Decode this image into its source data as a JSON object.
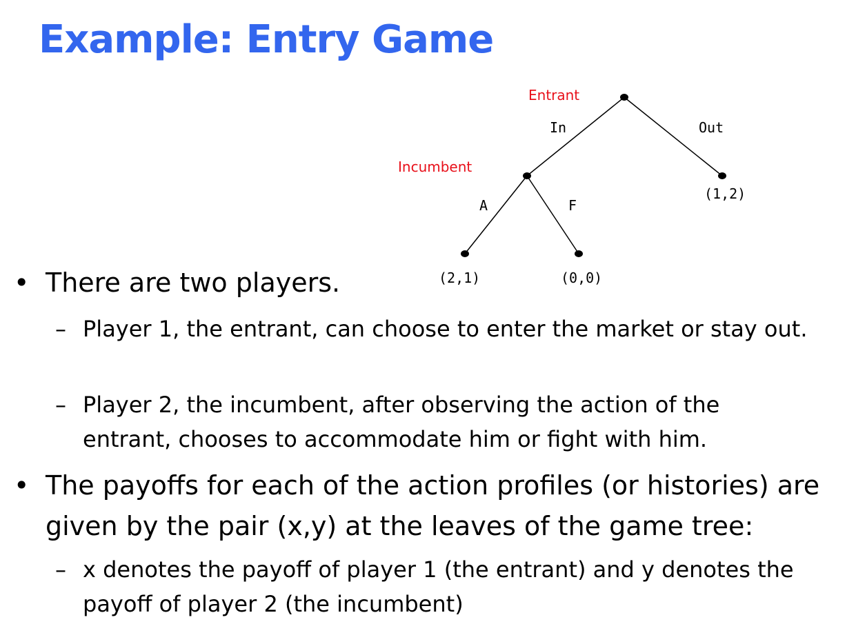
{
  "title": "Example: Entry Game",
  "colors": {
    "title": "#3366ee",
    "player_label": "#e8101a",
    "text": "#000000"
  },
  "tree": {
    "players": {
      "entrant": "Entrant",
      "incumbent": "Incumbent"
    },
    "actions": {
      "in": "In",
      "out": "Out",
      "accommodate": "A",
      "fight": "F"
    },
    "payoffs": {
      "out": "(1,2)",
      "in_accommodate": "(2,1)",
      "in_fight": "(0,0)"
    }
  },
  "bullets": [
    {
      "marker": "•",
      "text": "There are two players.",
      "subitems": [
        {
          "marker": "–",
          "text": "Player 1, the entrant, can choose to enter the market or stay out."
        },
        {
          "marker": "–",
          "text": "Player 2, the incumbent, after observing the action of the entrant, chooses to accommodate him or fight with him."
        }
      ]
    },
    {
      "marker": "•",
      "text": "The payoffs for each of the action profiles (or histories) are given by the pair (x,y) at the leaves of the game tree:",
      "subitems": [
        {
          "marker": "–",
          "text": "x denotes the payoff of player 1 (the entrant) and y denotes the payoff of player 2 (the incumbent)"
        }
      ]
    }
  ]
}
